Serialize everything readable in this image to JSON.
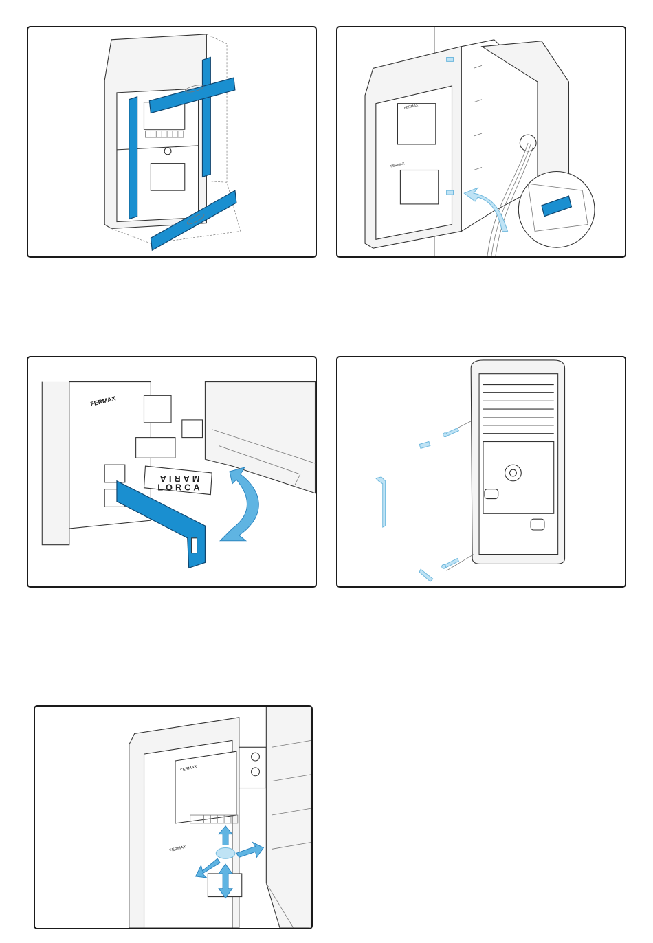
{
  "figure": {
    "brand_label": "FERMAX",
    "name_tag": {
      "line1": "MARIA",
      "line2": "LORCA"
    }
  },
  "colors": {
    "accent_blue": "#1a8fd0",
    "light_blue": "#bfe3f5",
    "outline": "#1a1a1a"
  }
}
